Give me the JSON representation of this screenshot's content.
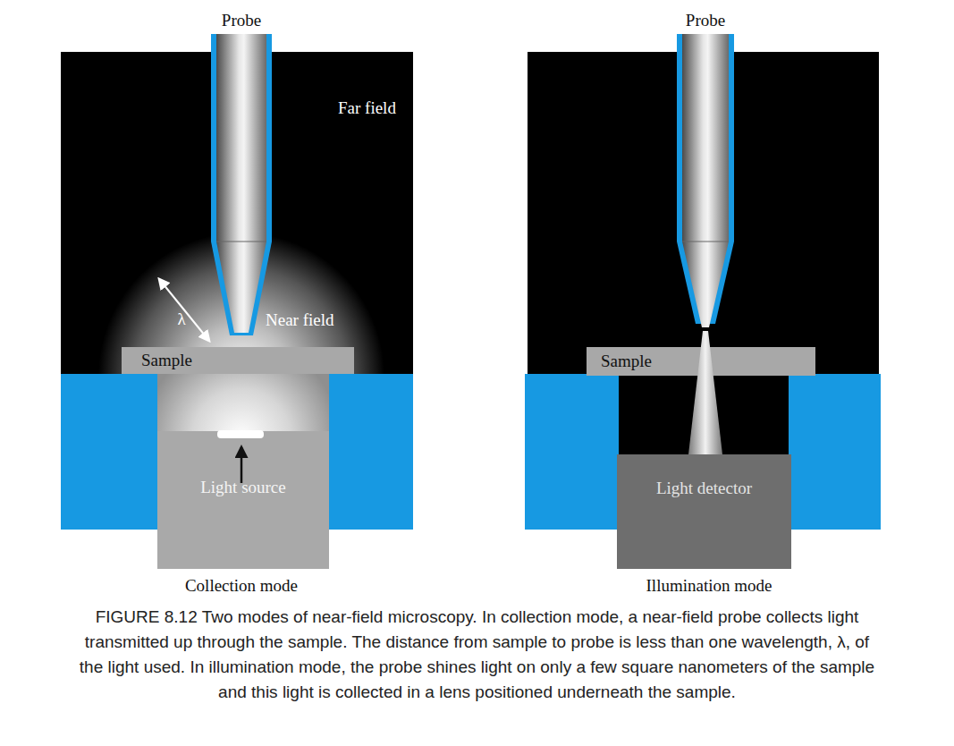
{
  "diagram": {
    "caption": "FIGURE 8.12 Two modes of near-field microscopy. In collection mode, a near-field probe collects light transmitted up through the sample. The distance from sample to probe is less than one wavelength, λ, of the light used. In illumination mode, the probe shines light on only a few square nanometers of the sample and this light is collected in a lens positioned underneath the sample.",
    "nodes": [
      {
        "text": [
          "Sample"
        ]
      },
      {
        "text": [
          "Light source"
        ]
      },
      {
        "text": [
          "Sample"
        ]
      },
      {
        "text": [
          "Light detector"
        ]
      }
    ],
    "labels": [
      "Probe",
      "Far field",
      "λ",
      "Near field",
      "Probe",
      "Collection mode",
      "Illumination mode"
    ]
  }
}
